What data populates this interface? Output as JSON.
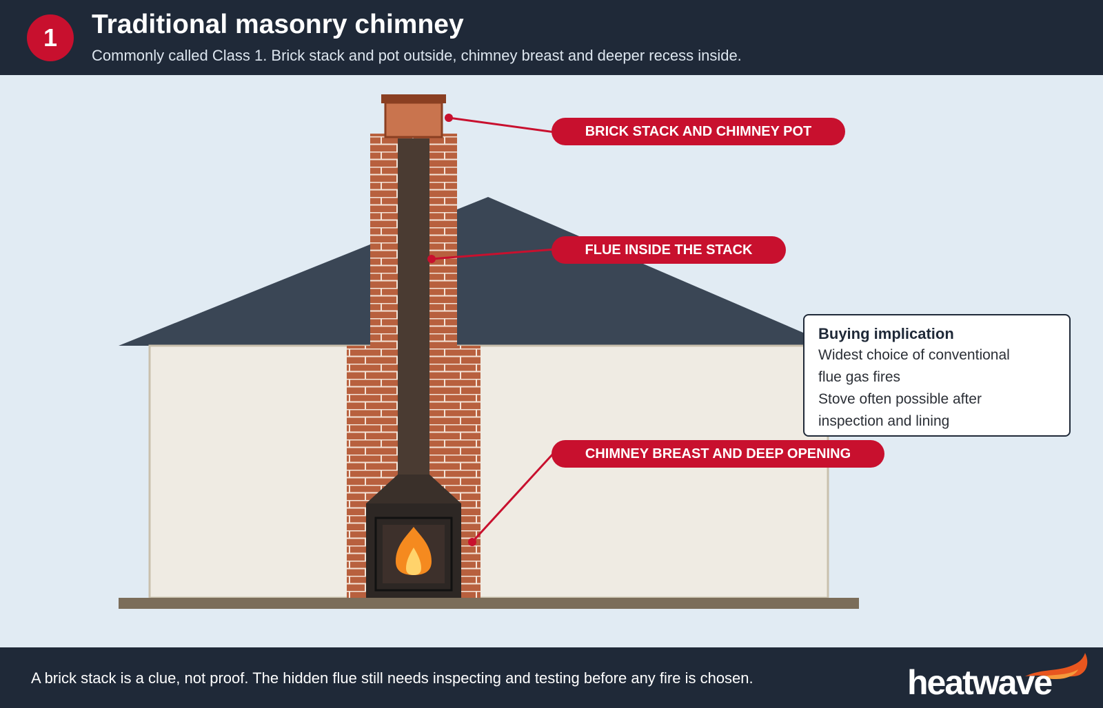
{
  "header": {
    "step_number": "1",
    "title": "Traditional masonry chimney",
    "subtitle": "Commonly called Class 1. Brick stack and pot outside, chimney breast and deeper recess inside."
  },
  "labels": {
    "stack_pot": "BRICK STACK AND CHIMNEY POT",
    "flue": "FLUE INSIDE THE STACK",
    "breast": "CHIMNEY BREAST AND DEEP OPENING"
  },
  "callout": {
    "title": "Buying implication",
    "lines": [
      "Widest choice of conventional",
      "flue gas fires",
      "Stove often possible after",
      "inspection and lining"
    ]
  },
  "footer": {
    "text": "A brick stack is a clue, not proof. The hidden flue still needs inspecting and testing before any fire is chosen.",
    "logo_text": "heatwave"
  },
  "colors": {
    "accent": "#c8102e",
    "header_bg": "#1f2938",
    "roof": "#3a4655",
    "brick": "#b8603e",
    "wall": "#efebe3"
  }
}
